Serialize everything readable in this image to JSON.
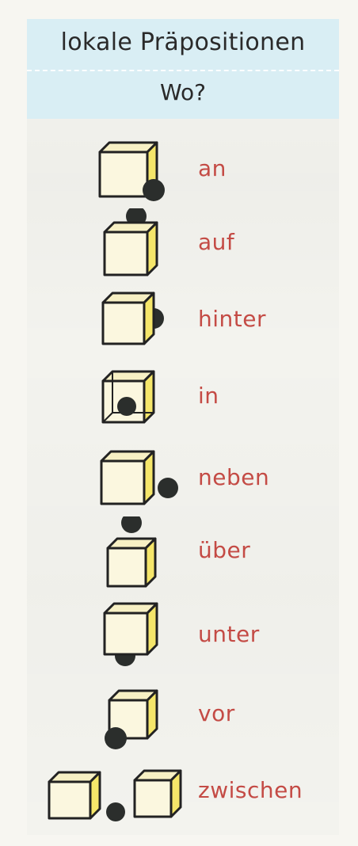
{
  "header": {
    "title": "lokale Präpositionen",
    "subtitle": "Wo?"
  },
  "prepositions": [
    {
      "label": "an"
    },
    {
      "label": "auf"
    },
    {
      "label": "hinter"
    },
    {
      "label": "in"
    },
    {
      "label": "neben"
    },
    {
      "label": "über"
    },
    {
      "label": "unter"
    },
    {
      "label": "vor"
    },
    {
      "label": "zwischen"
    }
  ],
  "colors": {
    "header_bg": "#d9eef4",
    "label": "#c44b45",
    "cube_fill": "#f5e66a",
    "ball": "#2b2e2c"
  }
}
